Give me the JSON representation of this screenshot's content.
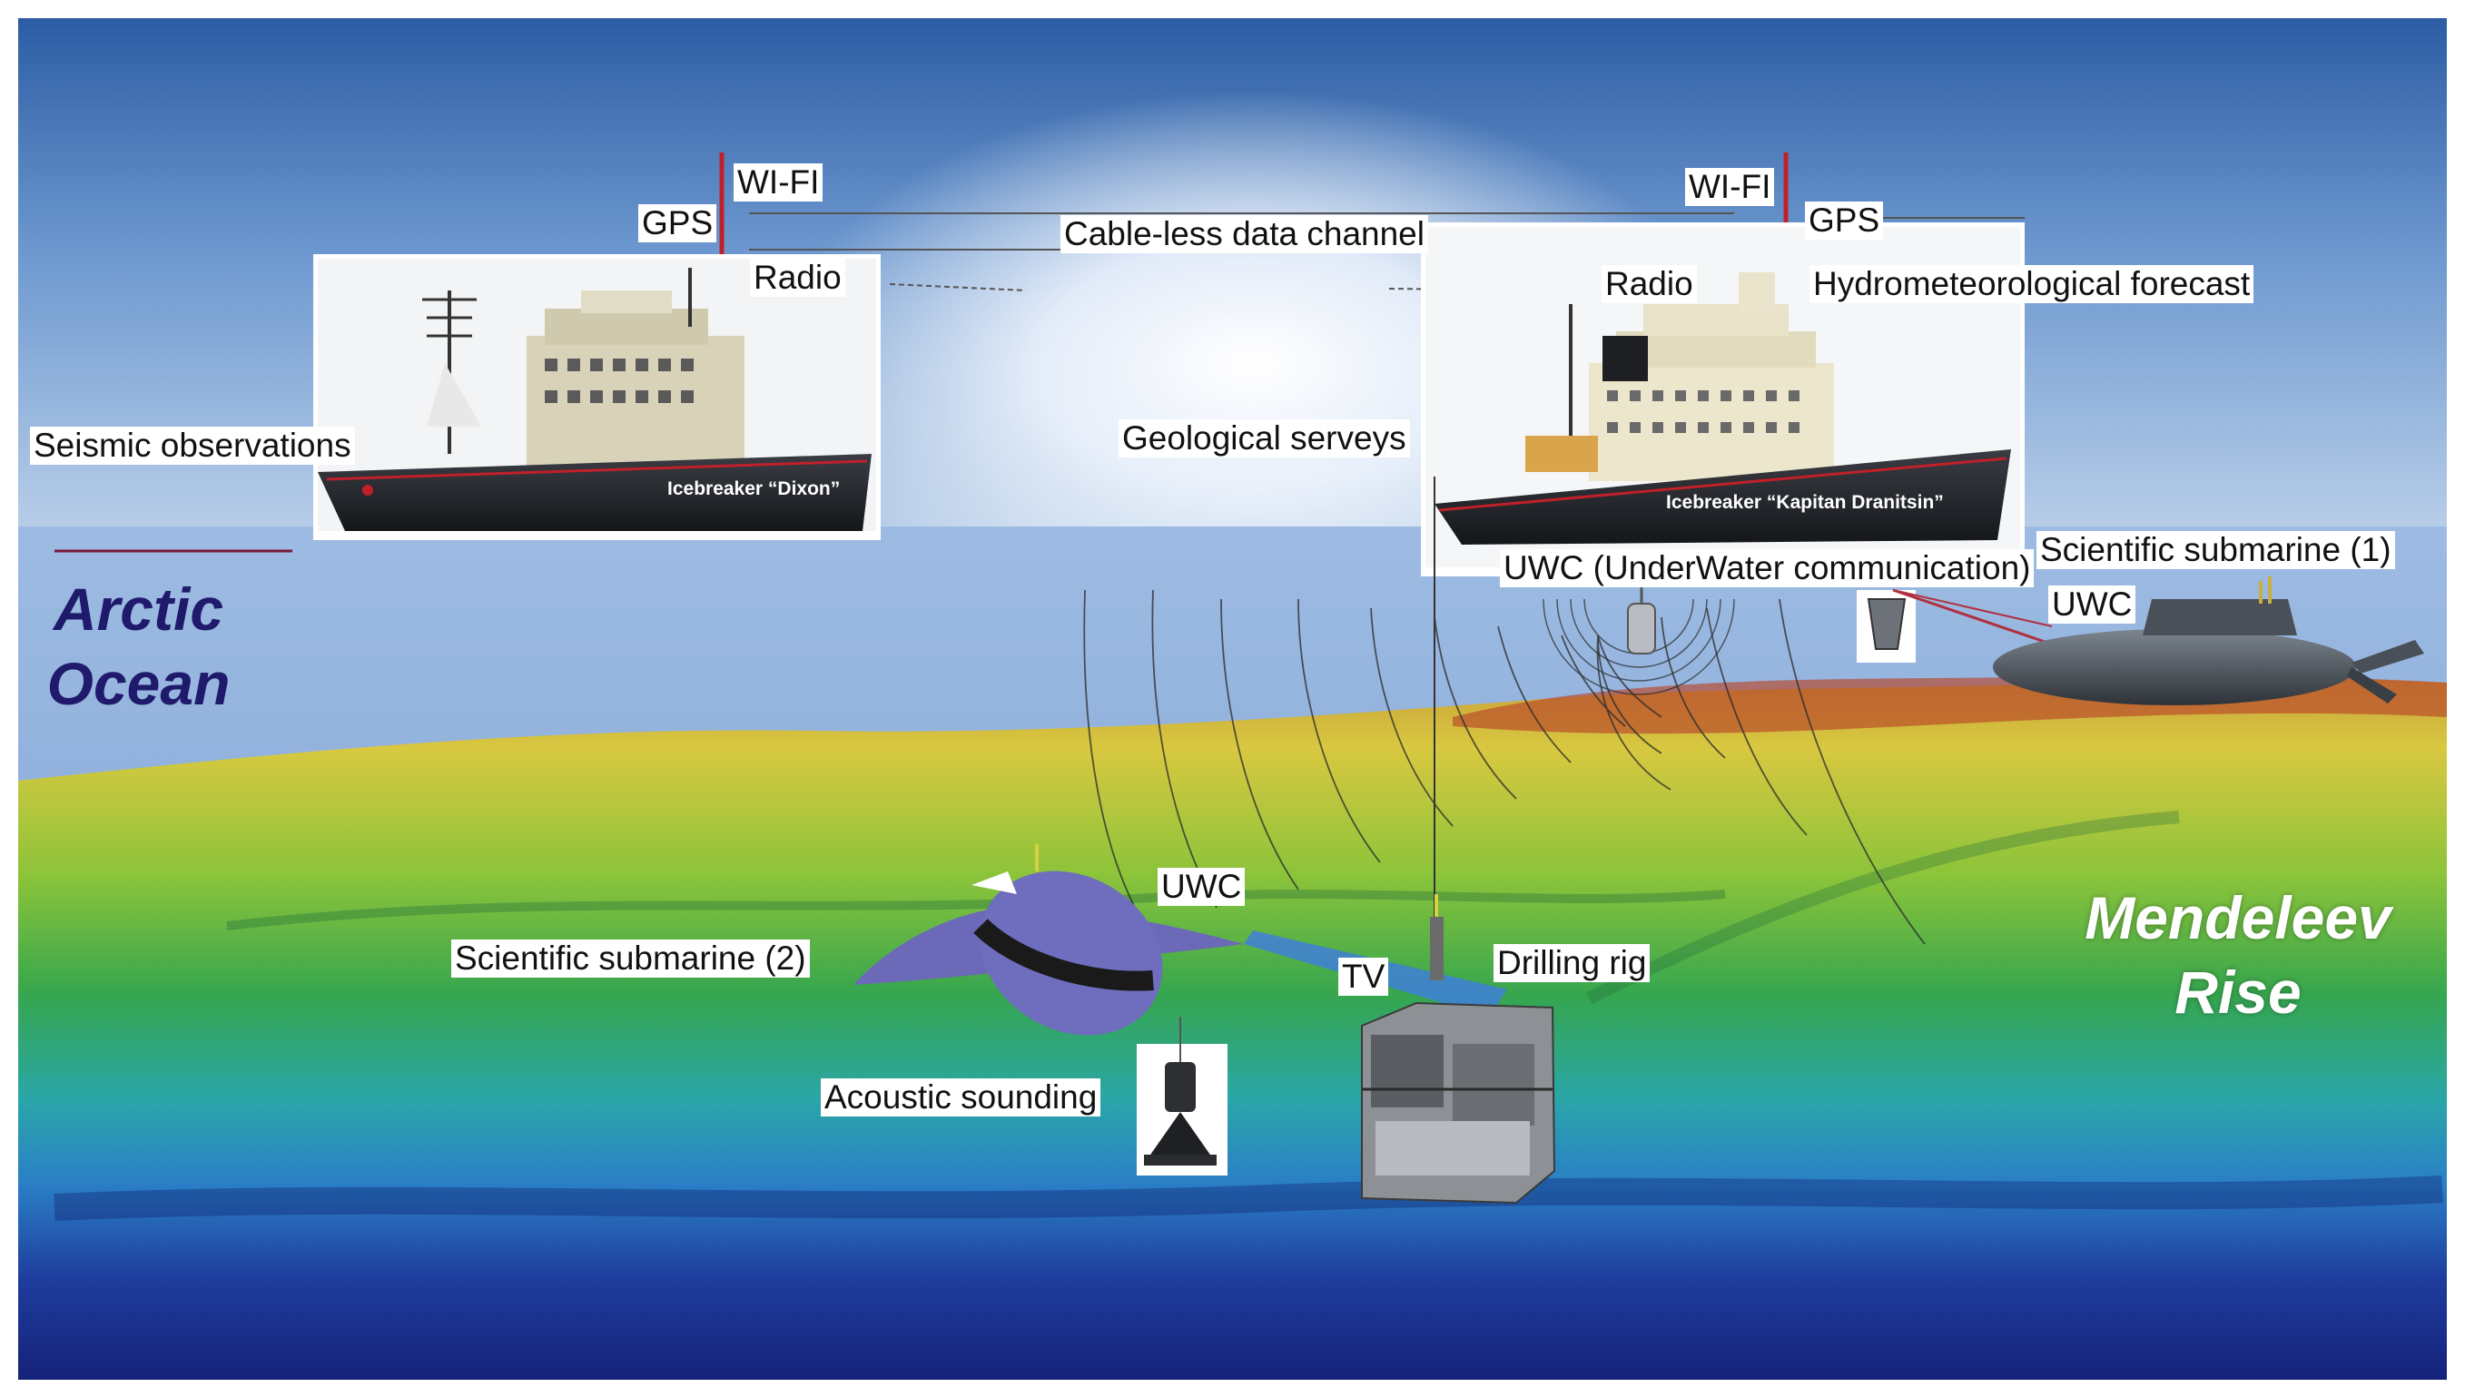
{
  "regions": {
    "arctic_line1": "Arctic",
    "arctic_line2": "Ocean",
    "mendeleev_line1": "Mendeleev",
    "mendeleev_line2": "Rise"
  },
  "labels": {
    "wifi_left": "WI-FI",
    "gps_left": "GPS",
    "radio_left": "Radio",
    "cable_less": "Cable-less data channel",
    "wifi_right": "WI-FI",
    "gps_right": "GPS",
    "radio_right": "Radio",
    "hydromet": "Hydrometeorological forecast",
    "seismic": "Seismic observations",
    "geological": "Geological serveys",
    "uwc_underwater": "UWC (UnderWater communication)",
    "sci_sub_1": "Scientific submarine (1)",
    "uwc_right": "UWC",
    "uwc_mid": "UWC",
    "sci_sub_2": "Scientific submarine (2)",
    "tv": "TV",
    "drilling": "Drilling rig",
    "acoustic": "Acoustic sounding"
  },
  "ships": {
    "dixon": "Icebreaker “Dixon”",
    "dranitsin": "Icebreaker “Kapitan Dranitsin”"
  },
  "colors": {
    "sky_top": "#2b5fa8",
    "sky_glow": "#ffffff",
    "sea_surface": "#9fbde3",
    "seafloor_yellow": "#d8c63a",
    "seafloor_green": "#3aa84a",
    "seafloor_cyan": "#2fa9c9",
    "deep_blue": "#1a2c8a",
    "antenna_red": "#c0202a",
    "region_text_arctic": "#1f1a6b",
    "region_text_mendeleev": "#ffffff"
  }
}
